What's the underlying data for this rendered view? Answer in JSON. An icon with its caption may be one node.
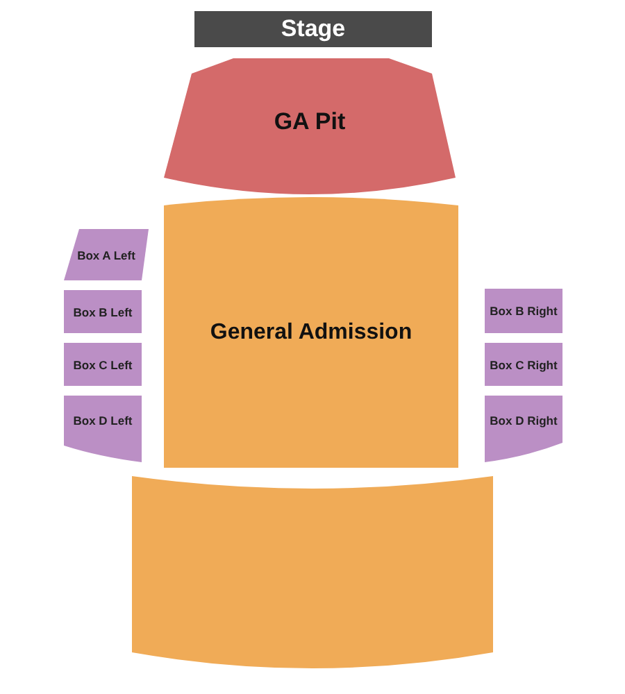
{
  "diagram": {
    "nodes": [
      {
        "text": [
          "Stage"
        ]
      },
      {
        "text": [
          "GA Pit"
        ]
      },
      {
        "text": [
          "Box A Left"
        ]
      },
      {
        "text": [
          "Box B Left"
        ]
      },
      {
        "text": [
          "General Admission"
        ]
      },
      {
        "text": [
          "Box B Right"
        ]
      },
      {
        "text": [
          "Box C Left"
        ]
      },
      {
        "text": [
          "Box C Right"
        ]
      },
      {
        "text": [
          "Box D Left"
        ]
      },
      {
        "text": [
          "Box D Right"
        ]
      },
      {
        "text": [],
        "shape": "box"
      }
    ]
  }
}
